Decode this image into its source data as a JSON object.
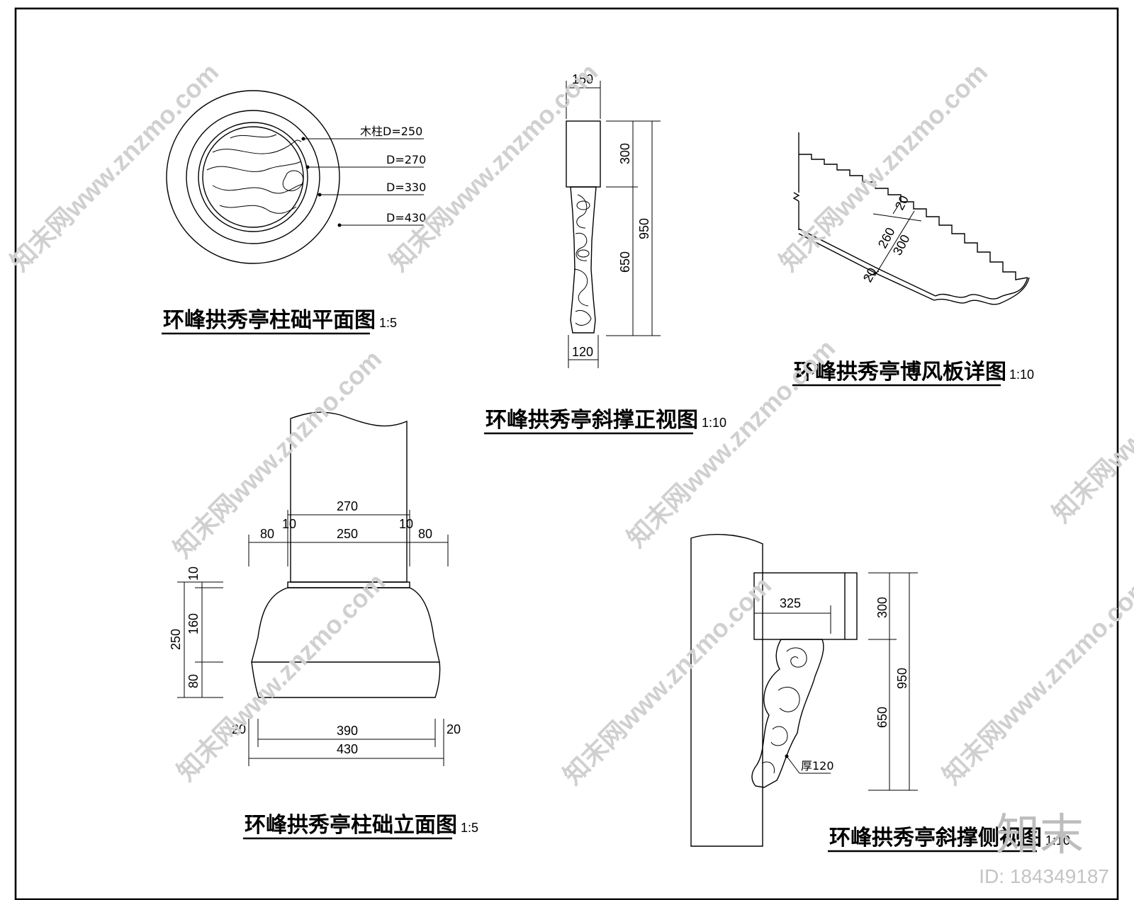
{
  "drawings": {
    "plan": {
      "title": "环峰拱秀亭柱础平面图",
      "scale": "1:5",
      "labels": [
        "木柱D=250",
        "D=270",
        "D=330",
        "D=430"
      ]
    },
    "strut_front": {
      "title": "环峰拱秀亭斜撑正视图",
      "scale": "1:10",
      "dims": {
        "top_width": "150",
        "bottom_width": "120",
        "upper": "300",
        "lower": "650",
        "total": "950"
      }
    },
    "barge_board": {
      "title": "环峰拱秀亭博风板详图",
      "scale": "1:10",
      "dims": {
        "top": "20",
        "mid": "260",
        "total": "300",
        "bottom": "20"
      }
    },
    "base_elev": {
      "title": "环峰拱秀亭柱础立面图",
      "scale": "1:5",
      "dims": {
        "d270": "270",
        "d10_left": "10",
        "d10_right": "10",
        "d80_left": "80",
        "d250": "250",
        "d80_right": "80",
        "v10": "10",
        "v250": "250",
        "v160": "160",
        "v80": "80",
        "b20_left": "20",
        "b390": "390",
        "b20_right": "20",
        "b430": "430"
      }
    },
    "strut_side": {
      "title": "环峰拱秀亭斜撑侧视图",
      "scale": "1:10",
      "dims": {
        "w325": "325",
        "upper": "300",
        "lower": "650",
        "total": "950"
      },
      "note": "厚120"
    }
  },
  "watermark": {
    "text": "知末网www.znzmo.com",
    "logo": "知末",
    "id": "ID: 184349187"
  }
}
